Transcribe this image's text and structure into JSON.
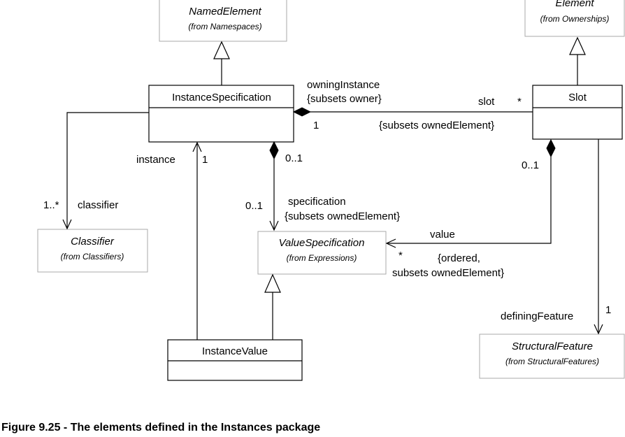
{
  "classes": {
    "named_element": {
      "name": "NamedElement",
      "from": "(from Namespaces)"
    },
    "element": {
      "name": "Element",
      "from": "(from Ownerships)"
    },
    "instance_specification": {
      "name": "InstanceSpecification"
    },
    "slot": {
      "name": "Slot"
    },
    "classifier": {
      "name": "Classifier",
      "from": "(from Classifiers)"
    },
    "value_specification": {
      "name": "ValueSpecification",
      "from": "(from Expressions)"
    },
    "instance_value": {
      "name": "InstanceValue"
    },
    "structural_feature": {
      "name": "StructuralFeature",
      "from": "(from StructuralFeatures)"
    }
  },
  "labels": {
    "owning_instance": "owningInstance",
    "subsets_owner": "{subsets owner}",
    "slot_role": "slot",
    "slot_mult": "*",
    "owning_mult": "1",
    "subsets_owned_element_slot": "{subsets ownedElement}",
    "instance": "instance",
    "instance_mult": "1",
    "spec_owner_mult": "0..1",
    "slot_value_owner_mult": "0..1",
    "classifier_mult": "1..*",
    "classifier_role": "classifier",
    "specification": "specification",
    "subsets_owned_element_spec": "{subsets ownedElement}",
    "specification_mult": "0..1",
    "value": "value",
    "value_mult": "*",
    "ordered": "{ordered,",
    "subsets_owned_element_value": "subsets ownedElement}",
    "defining_feature": "definingFeature",
    "defining_feature_mult": "1"
  },
  "caption": "Figure 9.25 - The elements defined in the Instances package"
}
